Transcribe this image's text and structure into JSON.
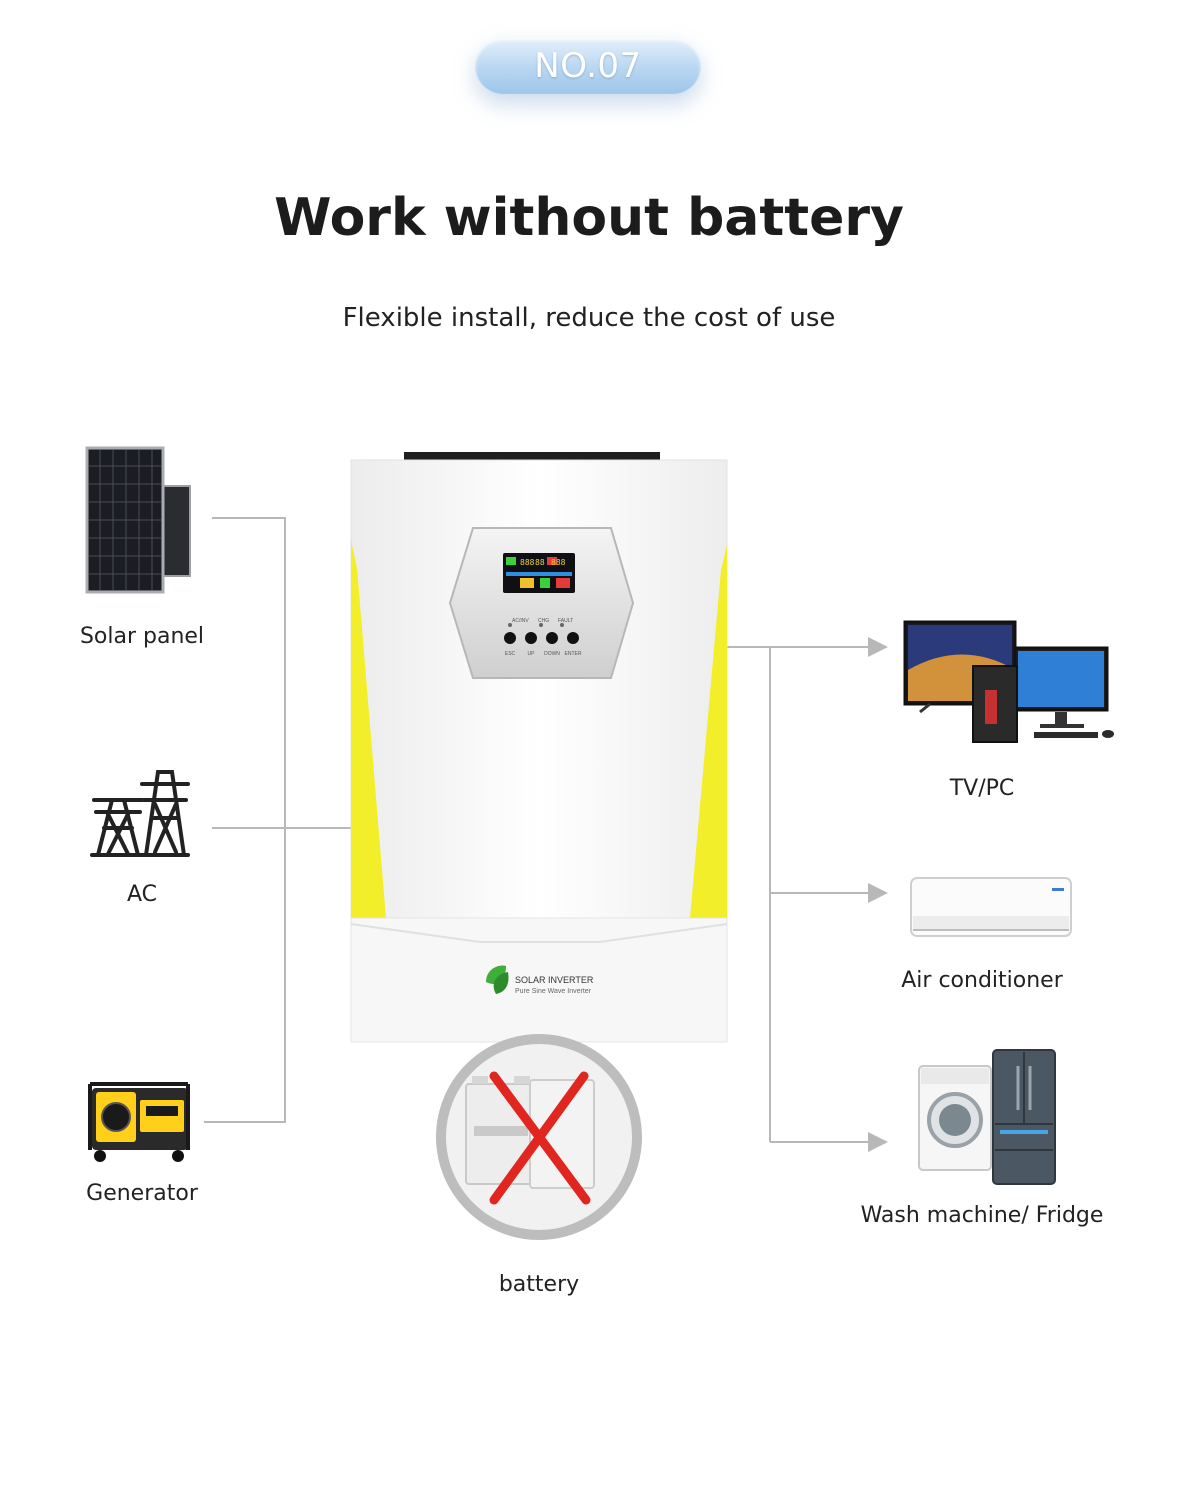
{
  "badge": {
    "text": "NO.07"
  },
  "title": "Work without battery",
  "subtitle": "Flexible install, reduce the cost of use",
  "inputs": [
    {
      "label": "Solar panel",
      "icon": "solar-panel-icon"
    },
    {
      "label": "AC",
      "icon": "power-tower-icon"
    },
    {
      "label": "Generator",
      "icon": "generator-icon"
    }
  ],
  "outputs": [
    {
      "label": "TV/PC",
      "icon": "tv-pc-icon"
    },
    {
      "label": "Air conditioner",
      "icon": "air-conditioner-icon"
    },
    {
      "label": "Wash machine/ Fridge",
      "icon": "washer-fridge-icon"
    }
  ],
  "battery": {
    "label": "battery",
    "status": "crossed-out"
  },
  "inverter": {
    "brand": "SOLAR INVERTER",
    "tagline": "Pure Sine Wave Inverter",
    "buttons": [
      "ESC",
      "UP",
      "DOWN",
      "ENTER"
    ],
    "indicators": [
      "AC/INV",
      "CHG",
      "FAULT"
    ],
    "display_digits": [
      "888",
      "88",
      "888"
    ]
  },
  "colors": {
    "accent_yellow": "#f2ee2a",
    "badge_blue": "#a9cdef",
    "line_gray": "#b8b8b8",
    "cross_red": "#e0261e"
  }
}
